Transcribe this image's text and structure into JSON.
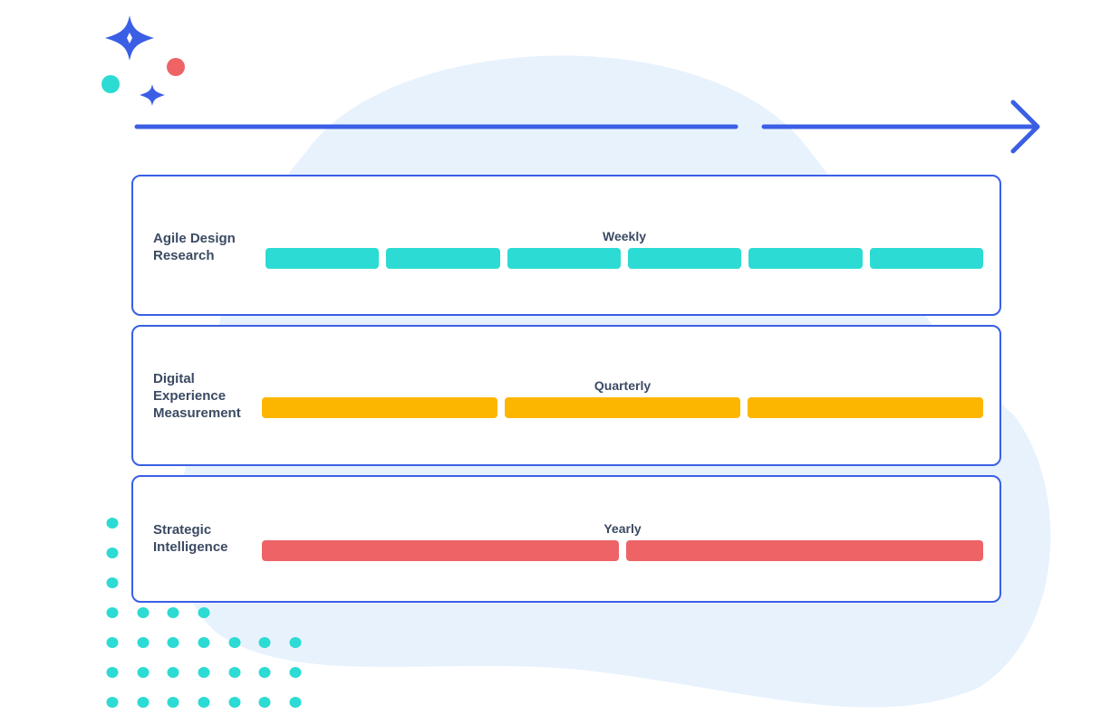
{
  "colors": {
    "accent_blue": "#3a5fe5",
    "blob": "#e8f2fd",
    "teal": "#2cdbd3",
    "amber": "#fdb600",
    "coral": "#ee6366",
    "text": "#3b4a63"
  },
  "rows": [
    {
      "id": "agile",
      "label": "Agile Design\nResearch",
      "frequency": "Weekly",
      "segments": 6,
      "color": "#2cdbd3"
    },
    {
      "id": "digital",
      "label": "Digital\nExperience\nMeasurement",
      "frequency": "Quarterly",
      "segments": 3,
      "color": "#fdb600"
    },
    {
      "id": "strategic",
      "label": "Strategic\nIntelligence",
      "frequency": "Yearly",
      "segments": 2,
      "color": "#ee6366"
    }
  ]
}
